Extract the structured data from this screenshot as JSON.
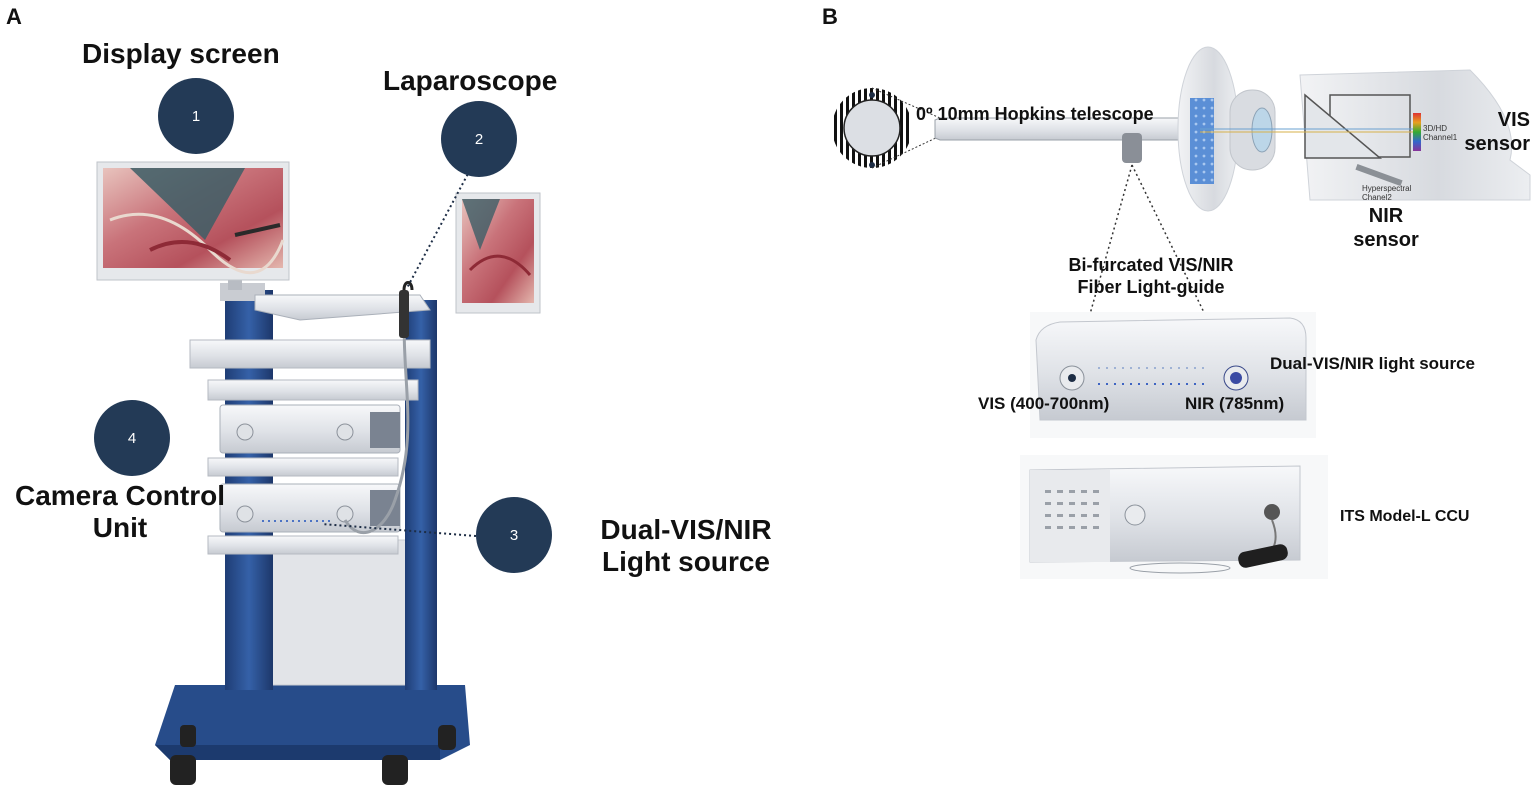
{
  "panels": {
    "left_letter": "A",
    "right_letter": "B"
  },
  "panel_a": {
    "display_screen": "Display screen",
    "laparoscope": "Laparoscope",
    "camera_control_unit_line1": "Camera Control",
    "camera_control_unit_line2": "Unit",
    "light_source_line1": "Dual-VIS/NIR",
    "light_source_line2": "Light source",
    "badges": [
      "1",
      "2",
      "3",
      "4"
    ]
  },
  "panel_b": {
    "telescope": "0º 10mm Hopkins telescope",
    "vis_sensor_line1": "VIS",
    "vis_sensor_line2": "sensor",
    "nir_sensor_line1": "NIR",
    "nir_sensor_line2": "sensor",
    "channel1_line1": "3D/HD",
    "channel1_line2": "Channel1",
    "channel2_line1": "Hyperspectral",
    "channel2_line2": "Chanel2",
    "light_guide_line1": "Bi-furcated VIS/NIR",
    "light_guide_line2": "Fiber Light-guide",
    "dual_light_source": "Dual-VIS/NIR light source",
    "vis_range": "VIS (400-700nm)",
    "nir_range": "NIR (785nm)",
    "ccu": "ITS Model-L CCU"
  },
  "colors": {
    "badge": "#233a56",
    "cart_blue": "#2c4f8c",
    "device_silver": "#e4e6ea",
    "prism_blue": "#4a86cf"
  }
}
